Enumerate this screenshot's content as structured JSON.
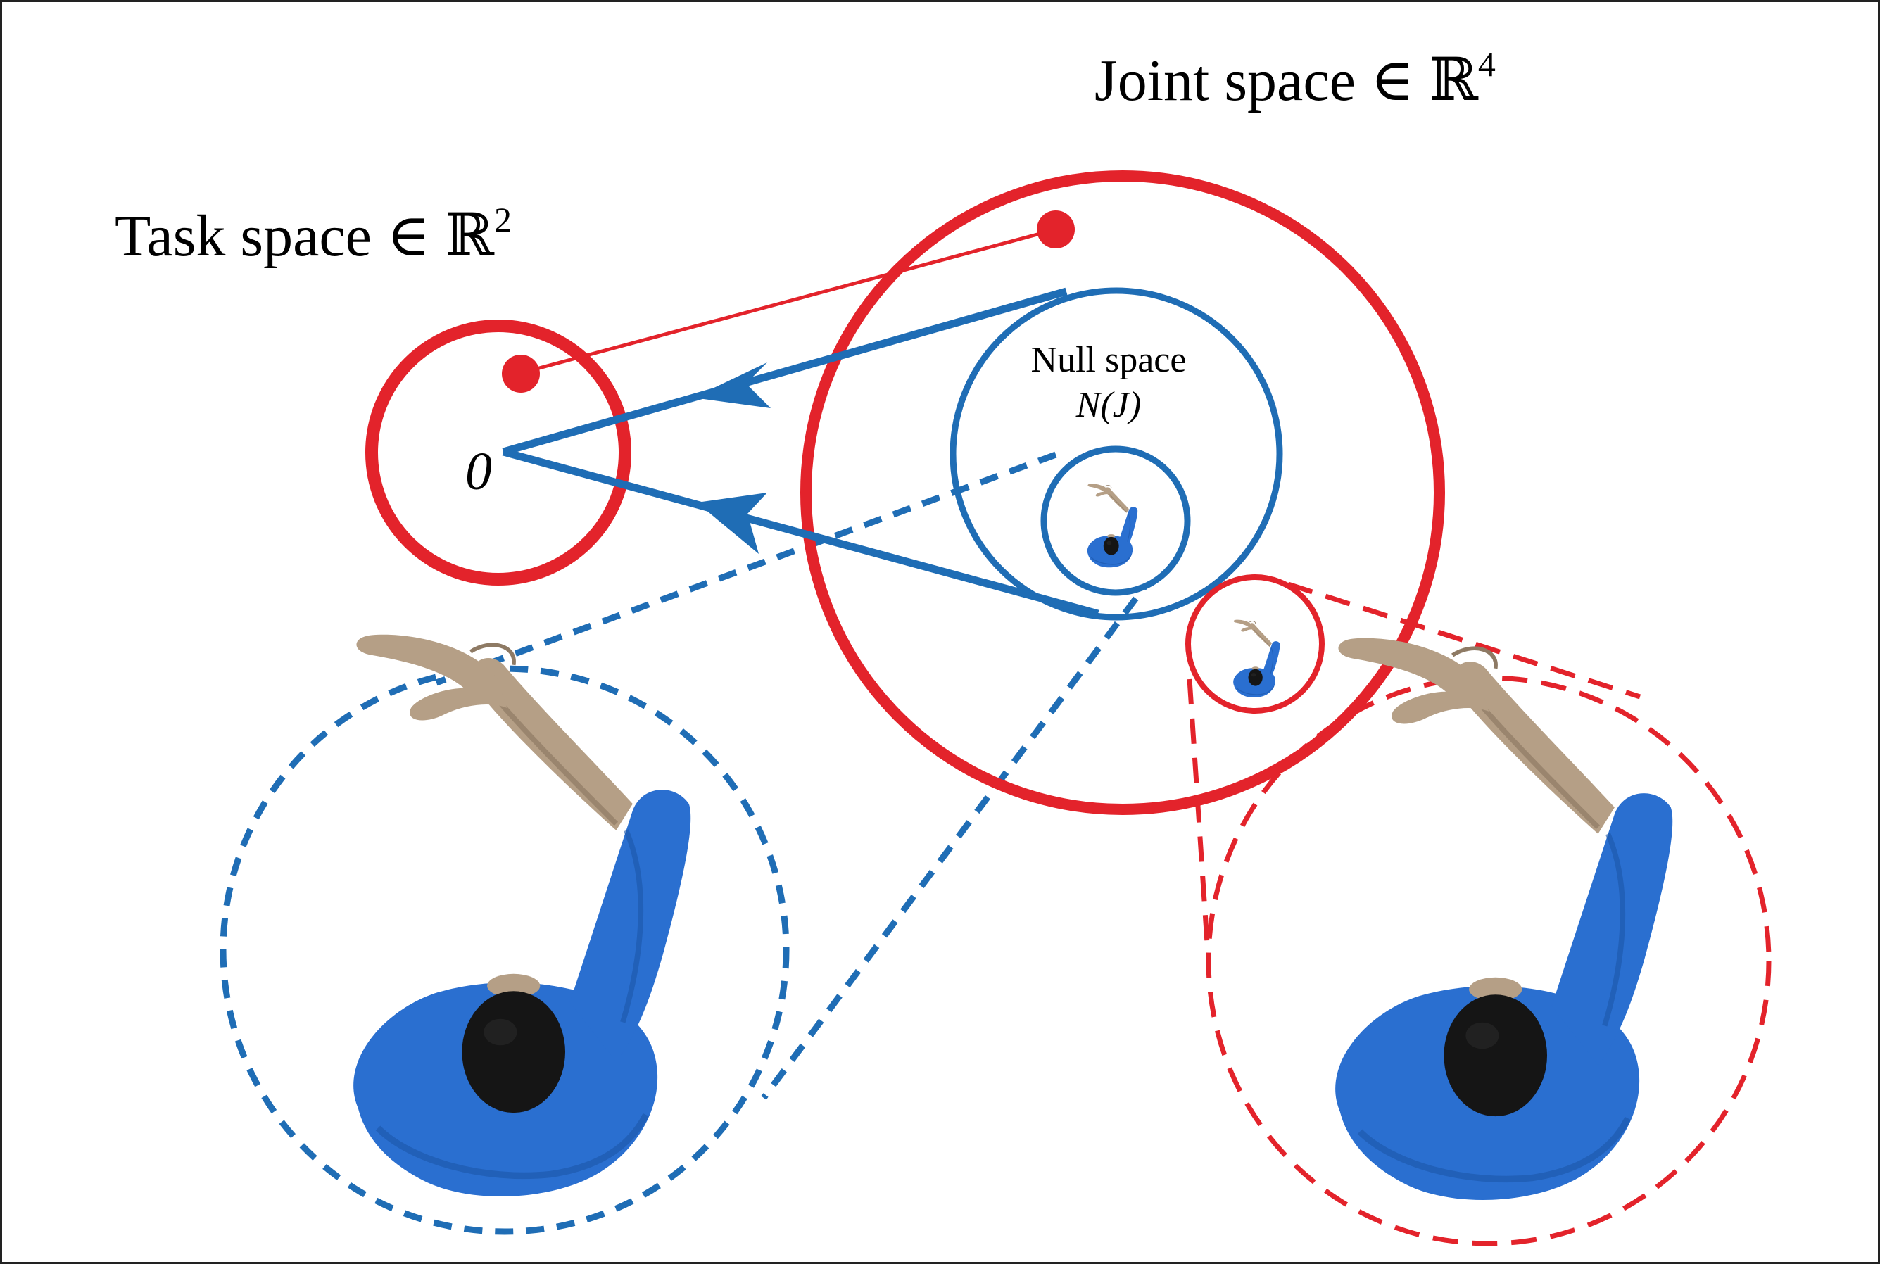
{
  "labels": {
    "joint_space": "Joint space ∈ ℝ",
    "joint_space_exp": "4",
    "task_space": "Task space ∈ ℝ",
    "task_space_exp": "2",
    "null_space": "Null space",
    "null_space_symbol": "N(J)",
    "origin": "0"
  },
  "colors": {
    "red": "#e3232b",
    "blue": "#1f6db5",
    "shirt": "#2a6fd0",
    "skin": "#b59f86",
    "hair": "#151515",
    "frame": "#222222"
  },
  "figures": [
    {
      "name": "joint-space-figure",
      "description_icon": "person-top-view-icon"
    },
    {
      "name": "null-space-figure",
      "description_icon": "person-top-view-icon"
    },
    {
      "name": "zoom-blue-figure",
      "description_icon": "person-top-view-icon"
    },
    {
      "name": "zoom-red-figure",
      "description_icon": "person-top-view-icon"
    }
  ]
}
